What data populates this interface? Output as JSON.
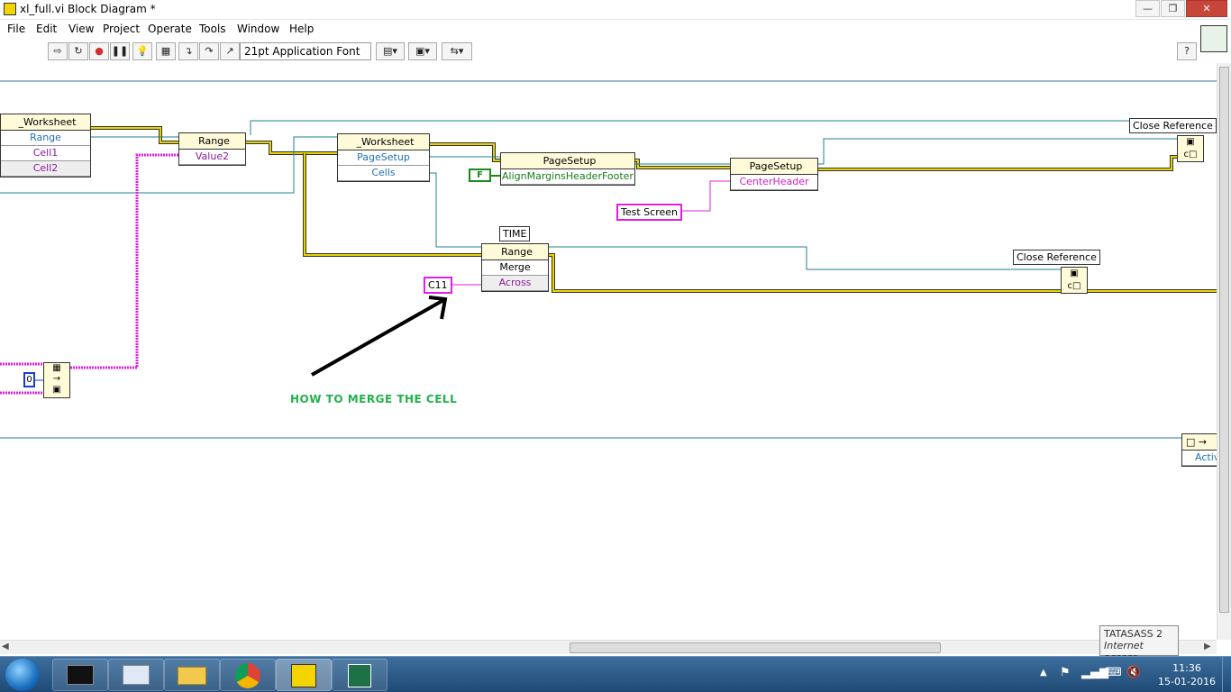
{
  "window": {
    "title": "xl_full.vi Block Diagram *"
  },
  "menu": [
    "File",
    "Edit",
    "View",
    "Project",
    "Operate",
    "Tools",
    "Window",
    "Help"
  ],
  "toolbar": {
    "font": "21pt Application Font",
    "help": "?"
  },
  "diagram": {
    "ws1": {
      "title": "_Worksheet",
      "rows": [
        "Range",
        "Cell1",
        "Cell2"
      ]
    },
    "range1": {
      "title": "Range",
      "rows": [
        "Value2"
      ]
    },
    "ws2": {
      "title": "_Worksheet",
      "rows": [
        "PageSetup",
        "Cells"
      ]
    },
    "pagesetup1": {
      "title": "PageSetup",
      "rows": [
        "AlignMarginsHeaderFooter"
      ]
    },
    "pagesetup2": {
      "title": "PageSetup",
      "rows": [
        "CenterHeader"
      ]
    },
    "range2": {
      "title": "Range",
      "label": "TIME",
      "rows": [
        "Merge",
        "Across"
      ]
    },
    "const_f": "F",
    "test_screen": "Test Screen",
    "c11": "C11",
    "zero": "0",
    "close_ref1": "Close Reference",
    "close_ref2": "Close Reference",
    "annotation": "HOW TO MERGE THE CELL",
    "partial_node_row": "Activ"
  },
  "tooltip": {
    "line1": "TATASASS  2",
    "line2": "Internet access"
  },
  "clock": {
    "time": "11:36",
    "date": "15-01-2016"
  }
}
